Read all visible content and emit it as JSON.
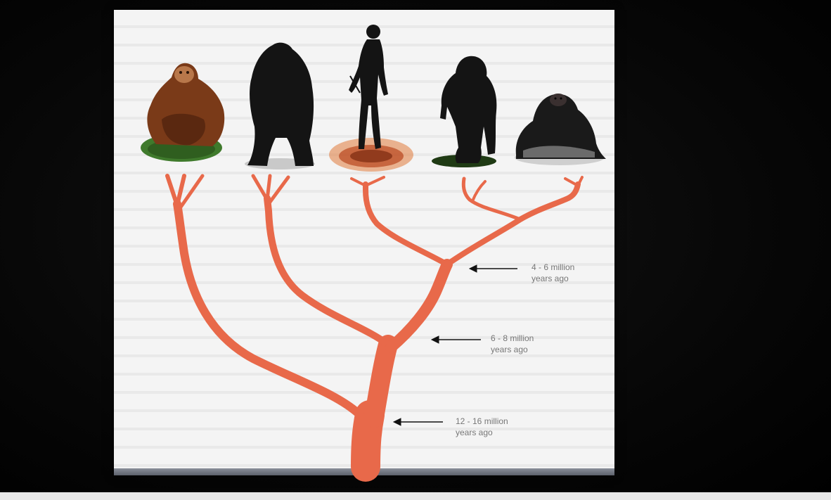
{
  "diagram": {
    "divergences": [
      {
        "time": "4 - 6 million",
        "unit": "years ago"
      },
      {
        "time": "6 - 8 million",
        "unit": "years ago"
      },
      {
        "time": "12 - 16 million",
        "unit": "years ago"
      }
    ],
    "colors": {
      "branch": "#e8694a",
      "silhouette": "#141414",
      "orangutan": "#7a3a18",
      "arrow": "#111111",
      "label_text": "#777777"
    }
  }
}
